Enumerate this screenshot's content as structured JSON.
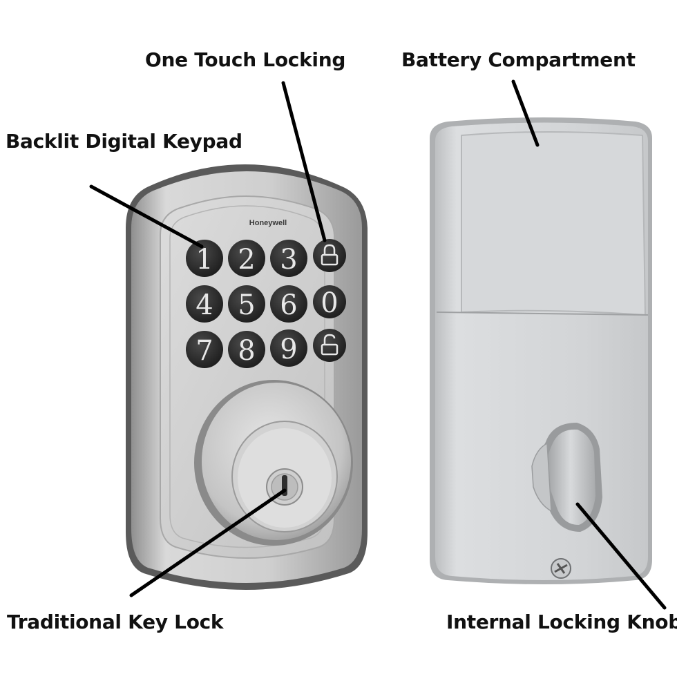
{
  "labels": {
    "one_touch": "One Touch Locking",
    "battery": "Battery Compartment",
    "keypad": "Backlit Digital Keypad",
    "key_lock": "Traditional Key Lock",
    "knob": "Internal Locking Knob"
  },
  "brand": "Honeywell",
  "keys": [
    "1",
    "2",
    "3",
    "lock",
    "4",
    "5",
    "6",
    "0",
    "7",
    "8",
    "9",
    "unlock"
  ],
  "colors": {
    "label": "#111111",
    "metal": "#c9c9c9",
    "key": "#2b2b2b"
  }
}
